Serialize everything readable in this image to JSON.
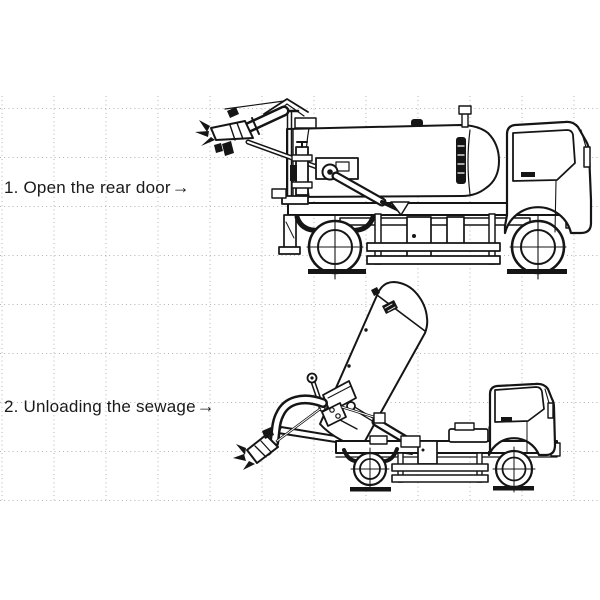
{
  "document": {
    "background_color": "#ffffff"
  },
  "style": {
    "line_color": "#151515",
    "grid_color": "#b3b3b3",
    "text_color": "#1a1a1a"
  },
  "figures": [
    {
      "caption": "1. Open the rear door",
      "arrow_glyph": "→",
      "depicts": "sewage truck side view, tank horizontal, rear door open with suction boom extended"
    },
    {
      "caption": "2. Unloading the sewage",
      "arrow_glyph": "→",
      "depicts": "sewage truck side view, tank tilted up, discharging through rear boom nozzle"
    }
  ]
}
